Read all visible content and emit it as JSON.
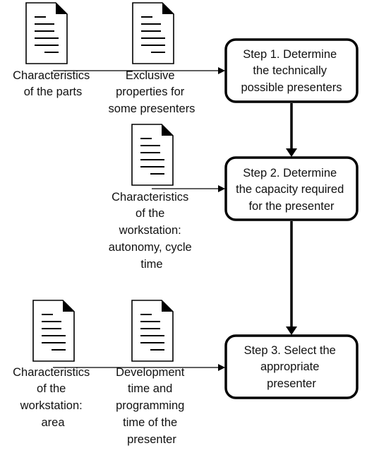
{
  "steps": [
    {
      "lines": [
        "Step 1. Determine",
        "the technically",
        "possible presenters"
      ]
    },
    {
      "lines": [
        "Step 2. Determine",
        "the capacity required",
        "for the presenter"
      ]
    },
    {
      "lines": [
        "Step 3. Select the",
        "appropriate",
        "presenter"
      ]
    }
  ],
  "inputs": [
    {
      "lines": [
        "Characteristics",
        "of the parts"
      ]
    },
    {
      "lines": [
        "Exclusive",
        "properties for",
        "some presenters"
      ]
    },
    {
      "lines": [
        "Characteristics",
        "of the",
        "workstation:",
        "autonomy, cycle",
        "time"
      ]
    },
    {
      "lines": [
        "Characteristics",
        "of the",
        "workstation:",
        "area"
      ]
    },
    {
      "lines": [
        "Development",
        "time and",
        "programming",
        "time of the",
        "presenter"
      ]
    }
  ],
  "icons": {
    "document": "document-icon",
    "arrow": "arrow-icon"
  },
  "colors": {
    "stroke": "#000000",
    "background": "#ffffff",
    "text": "#111111"
  }
}
